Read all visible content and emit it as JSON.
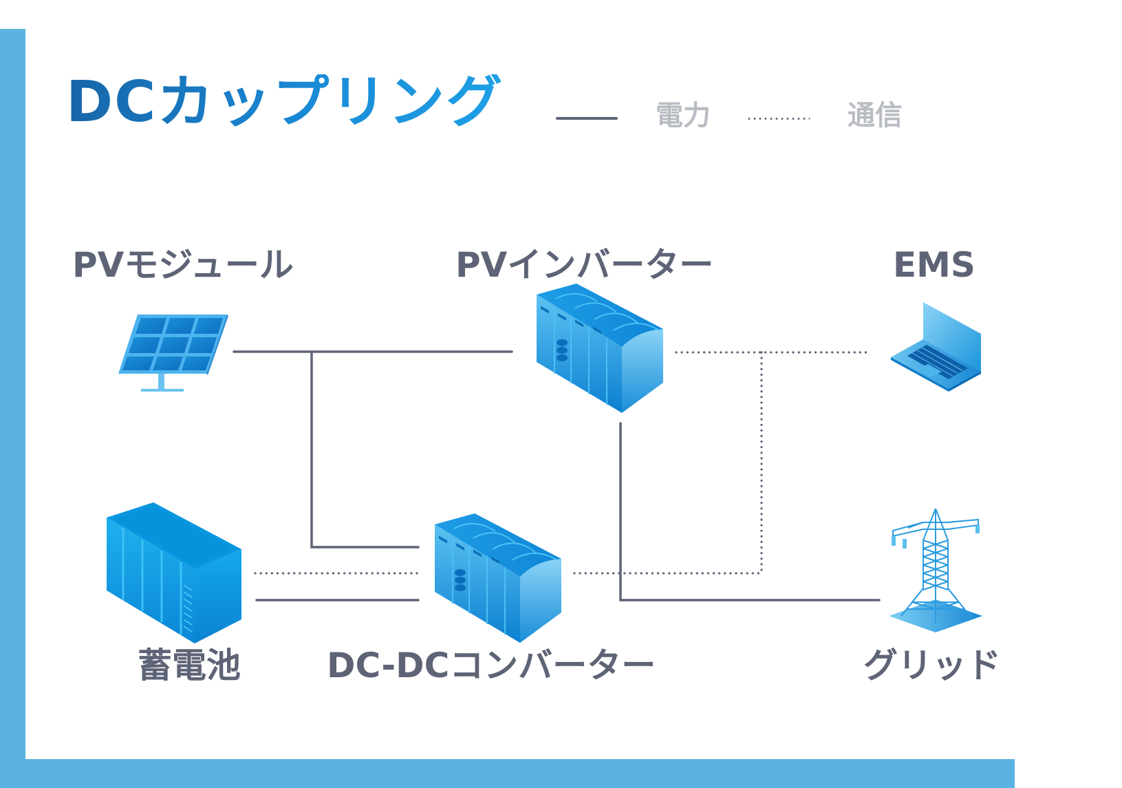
{
  "title": "DCカップリング",
  "legend": {
    "power_label": "電力",
    "comm_label": "通信",
    "power_style": "solid",
    "comm_style": "dotted"
  },
  "nodes": {
    "pv_module": {
      "label": "PVモジュール",
      "icon": "solar-panel-icon"
    },
    "pv_inverter": {
      "label": "PVインバーター",
      "icon": "inverter-cabinet-icon"
    },
    "ems": {
      "label": "EMS",
      "icon": "laptop-icon"
    },
    "battery": {
      "label": "蓄電池",
      "icon": "battery-container-icon"
    },
    "dcdc_converter": {
      "label": "DC-DCコンバーター",
      "icon": "converter-cabinet-icon"
    },
    "grid": {
      "label": "グリッド",
      "icon": "transmission-tower-icon"
    }
  },
  "connections": [
    {
      "from": "PVモジュール",
      "to": "PVインバーター",
      "type": "power"
    },
    {
      "from": "PVモジュール",
      "to": "DC-DCコンバーター",
      "type": "power"
    },
    {
      "from": "蓄電池",
      "to": "DC-DCコンバーター",
      "type": "power"
    },
    {
      "from": "蓄電池",
      "to": "DC-DCコンバーター",
      "type": "communication"
    },
    {
      "from": "PVインバーター",
      "to": "グリッド",
      "type": "power"
    },
    {
      "from": "PVインバーター",
      "to": "EMS",
      "type": "communication"
    },
    {
      "from": "DC-DCコンバーター",
      "to": "EMS",
      "type": "communication"
    }
  ],
  "colors": {
    "frame": "#5ab3e1",
    "line": "#5e6476",
    "label": "#5e6476",
    "legend_text": "#b9bcc3",
    "icon_blue": "#1a9ee6"
  }
}
